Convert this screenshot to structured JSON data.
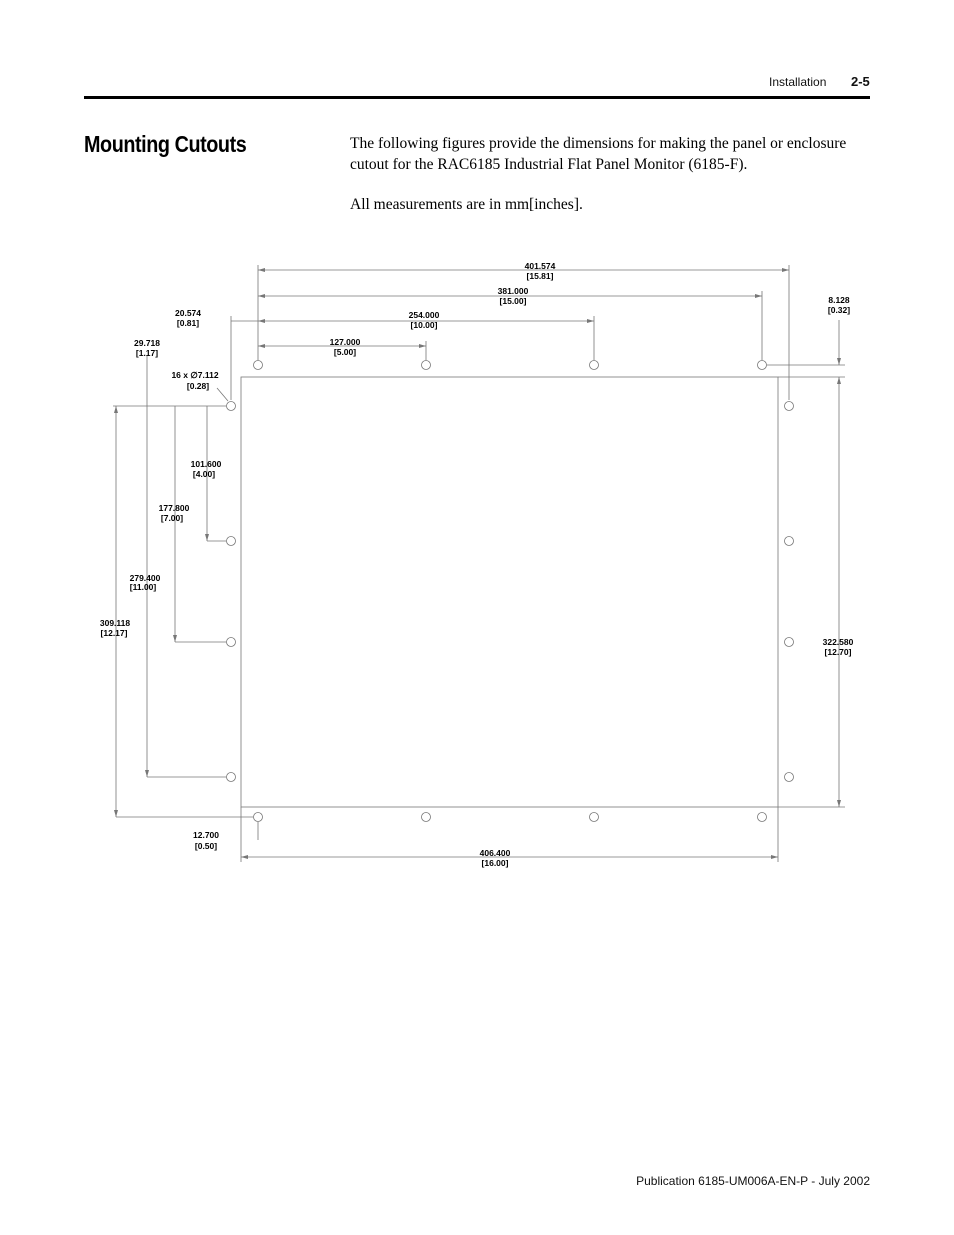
{
  "header": {
    "section": "Installation",
    "page": "2-5"
  },
  "title": "Mounting Cutouts",
  "intro": "The following figures provide the dimensions for making the panel or enclosure cutout for the RAC6185 Industrial Flat Panel Monitor (6185-F).",
  "note": "All measurements are in mm[inches].",
  "drawing": {
    "hole_note": {
      "mm": "16 x ∅7.112",
      "in": "[0.28]"
    },
    "dims": {
      "overall_width": {
        "mm": "401.574",
        "in": "[15.81]"
      },
      "hole_span_h": {
        "mm": "381.000",
        "in": "[15.00]"
      },
      "hole_254": {
        "mm": "254.000",
        "in": "[10.00]"
      },
      "hole_127": {
        "mm": "127.000",
        "in": "[5.00]"
      },
      "left_offset": {
        "mm": "20.574",
        "in": "[0.81]"
      },
      "left_offset2": {
        "mm": "29.718",
        "in": "[1.17]"
      },
      "top_offset": {
        "mm": "8.128",
        "in": "[0.32]"
      },
      "v_101": {
        "mm": "101.600",
        "in": "[4.00]"
      },
      "v_177": {
        "mm": "177.800",
        "in": "[7.00]"
      },
      "v_279": {
        "mm": "279.400",
        "in": "[11.00]"
      },
      "v_309": {
        "mm": "309.118",
        "in": "[12.17]"
      },
      "cutout_height": {
        "mm": "322.580",
        "in": "[12.70]"
      },
      "bottom_offset": {
        "mm": "12.700",
        "in": "[0.50]"
      },
      "cutout_width": {
        "mm": "406.400",
        "in": "[16.00]"
      }
    }
  },
  "footer": "Publication 6185-UM006A-EN-P - July 2002"
}
